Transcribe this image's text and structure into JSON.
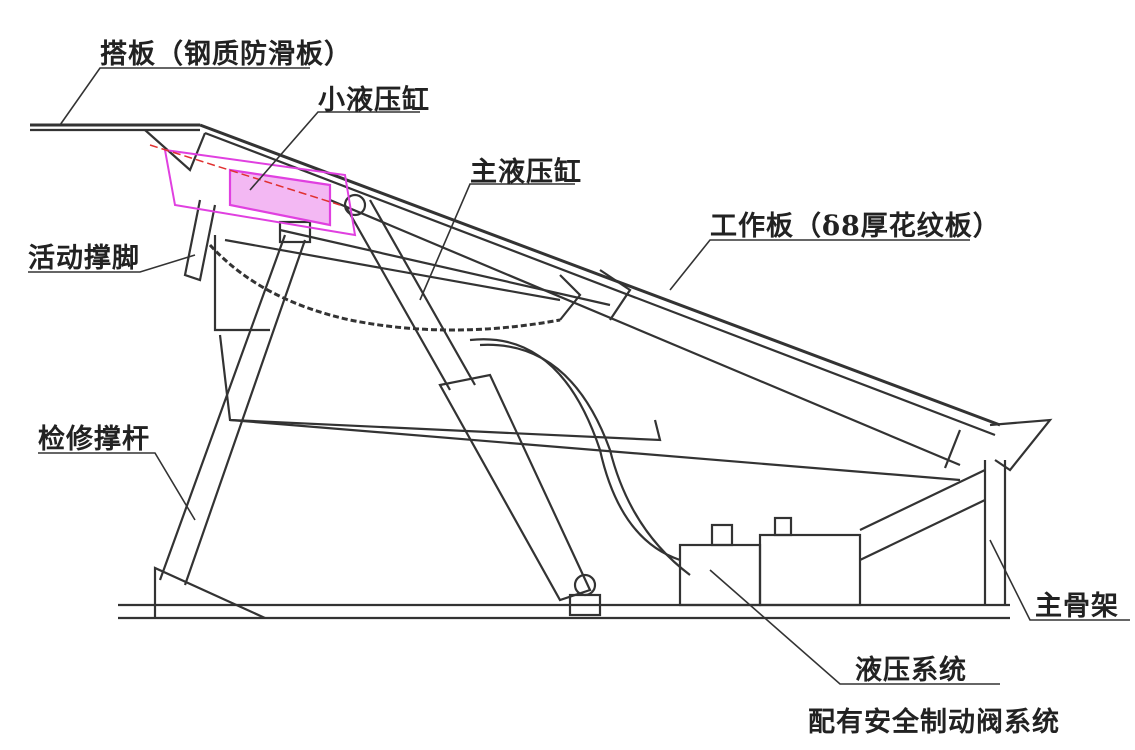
{
  "title": "Dock leveler structure diagram",
  "labels": {
    "lip_plate": "搭板（钢质防滑板）",
    "small_cylinder": "小液压缸",
    "main_cylinder": "主液压缸",
    "work_plate": "工作板（δ8厚花纹板）",
    "movable_leg": "活动撑脚",
    "maintenance_strut": "检修撑杆",
    "main_frame": "主骨架",
    "hydraulic_system": "液压系统",
    "hydraulic_system_note": "配有安全制动阀系统"
  },
  "colors": {
    "line": "#333333",
    "highlight": "#e040e0",
    "dash": "#e03030"
  }
}
